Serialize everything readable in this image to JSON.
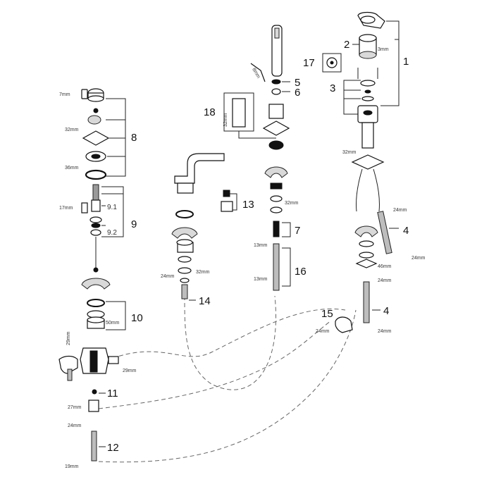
{
  "callouts": {
    "c1": "1",
    "c2": "2",
    "c3": "3",
    "c4a": "4",
    "c4b": "4",
    "c5": "5",
    "c6": "6",
    "c7": "7",
    "c8": "8",
    "c9": "9",
    "c91": "9.1",
    "c92": "9.2",
    "c10": "10",
    "c11": "11",
    "c12": "12",
    "c13": "13",
    "c14": "14",
    "c15": "15",
    "c16": "16",
    "c17": "17",
    "c18": "18"
  },
  "tools": {
    "t7mm": "7mm",
    "t32a": "32mm",
    "t36": "36mm",
    "t17mm": "17mm",
    "t50": "50mm",
    "t29v": "29mm",
    "t29h": "29mm",
    "t27": "27mm",
    "t24a": "24mm",
    "t19": "19mm",
    "t24b": "24mm",
    "t32b": "32mm",
    "t8mm": "8mm",
    "t32c": "32mm",
    "t32d": "32mm",
    "t13a": "13mm",
    "t13b": "13mm",
    "t3mm": "3mm",
    "t32e": "32mm",
    "t24c": "24mm",
    "t24d": "24mm",
    "t46": "46mm",
    "t24e": "24mm",
    "t24f": "24mm",
    "t24g": "24mm"
  }
}
